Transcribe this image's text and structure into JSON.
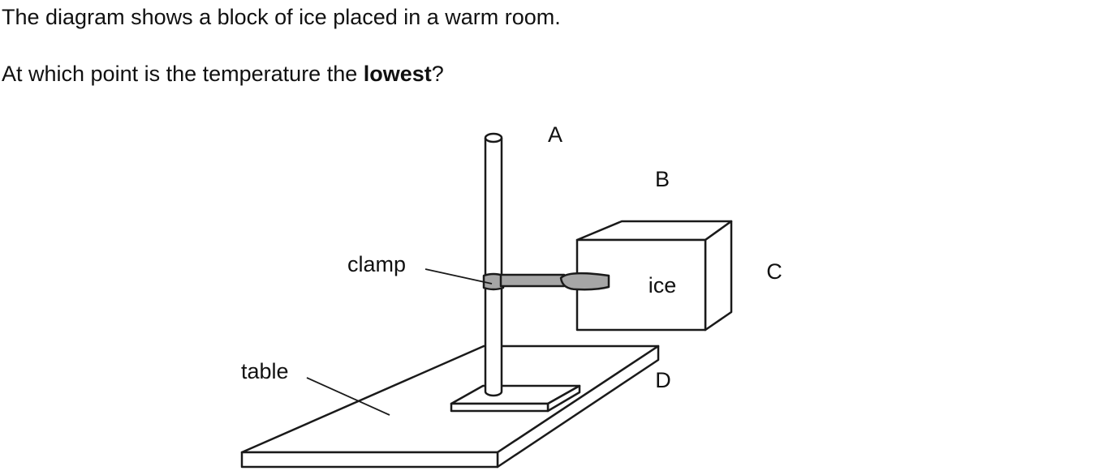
{
  "question": {
    "intro": "The diagram shows a block of ice placed in a warm room.",
    "prompt_before": "At which point is the temperature the ",
    "prompt_bold": "lowest",
    "prompt_after": "?"
  },
  "diagram": {
    "labels": {
      "point_a": "A",
      "point_b": "B",
      "point_c": "C",
      "point_d": "D",
      "ice": "ice",
      "clamp": "clamp",
      "table": "table"
    },
    "colors": {
      "line": "#1a1a1a",
      "clamp_fill": "#a6a6a6",
      "surface": "#ffffff"
    }
  }
}
